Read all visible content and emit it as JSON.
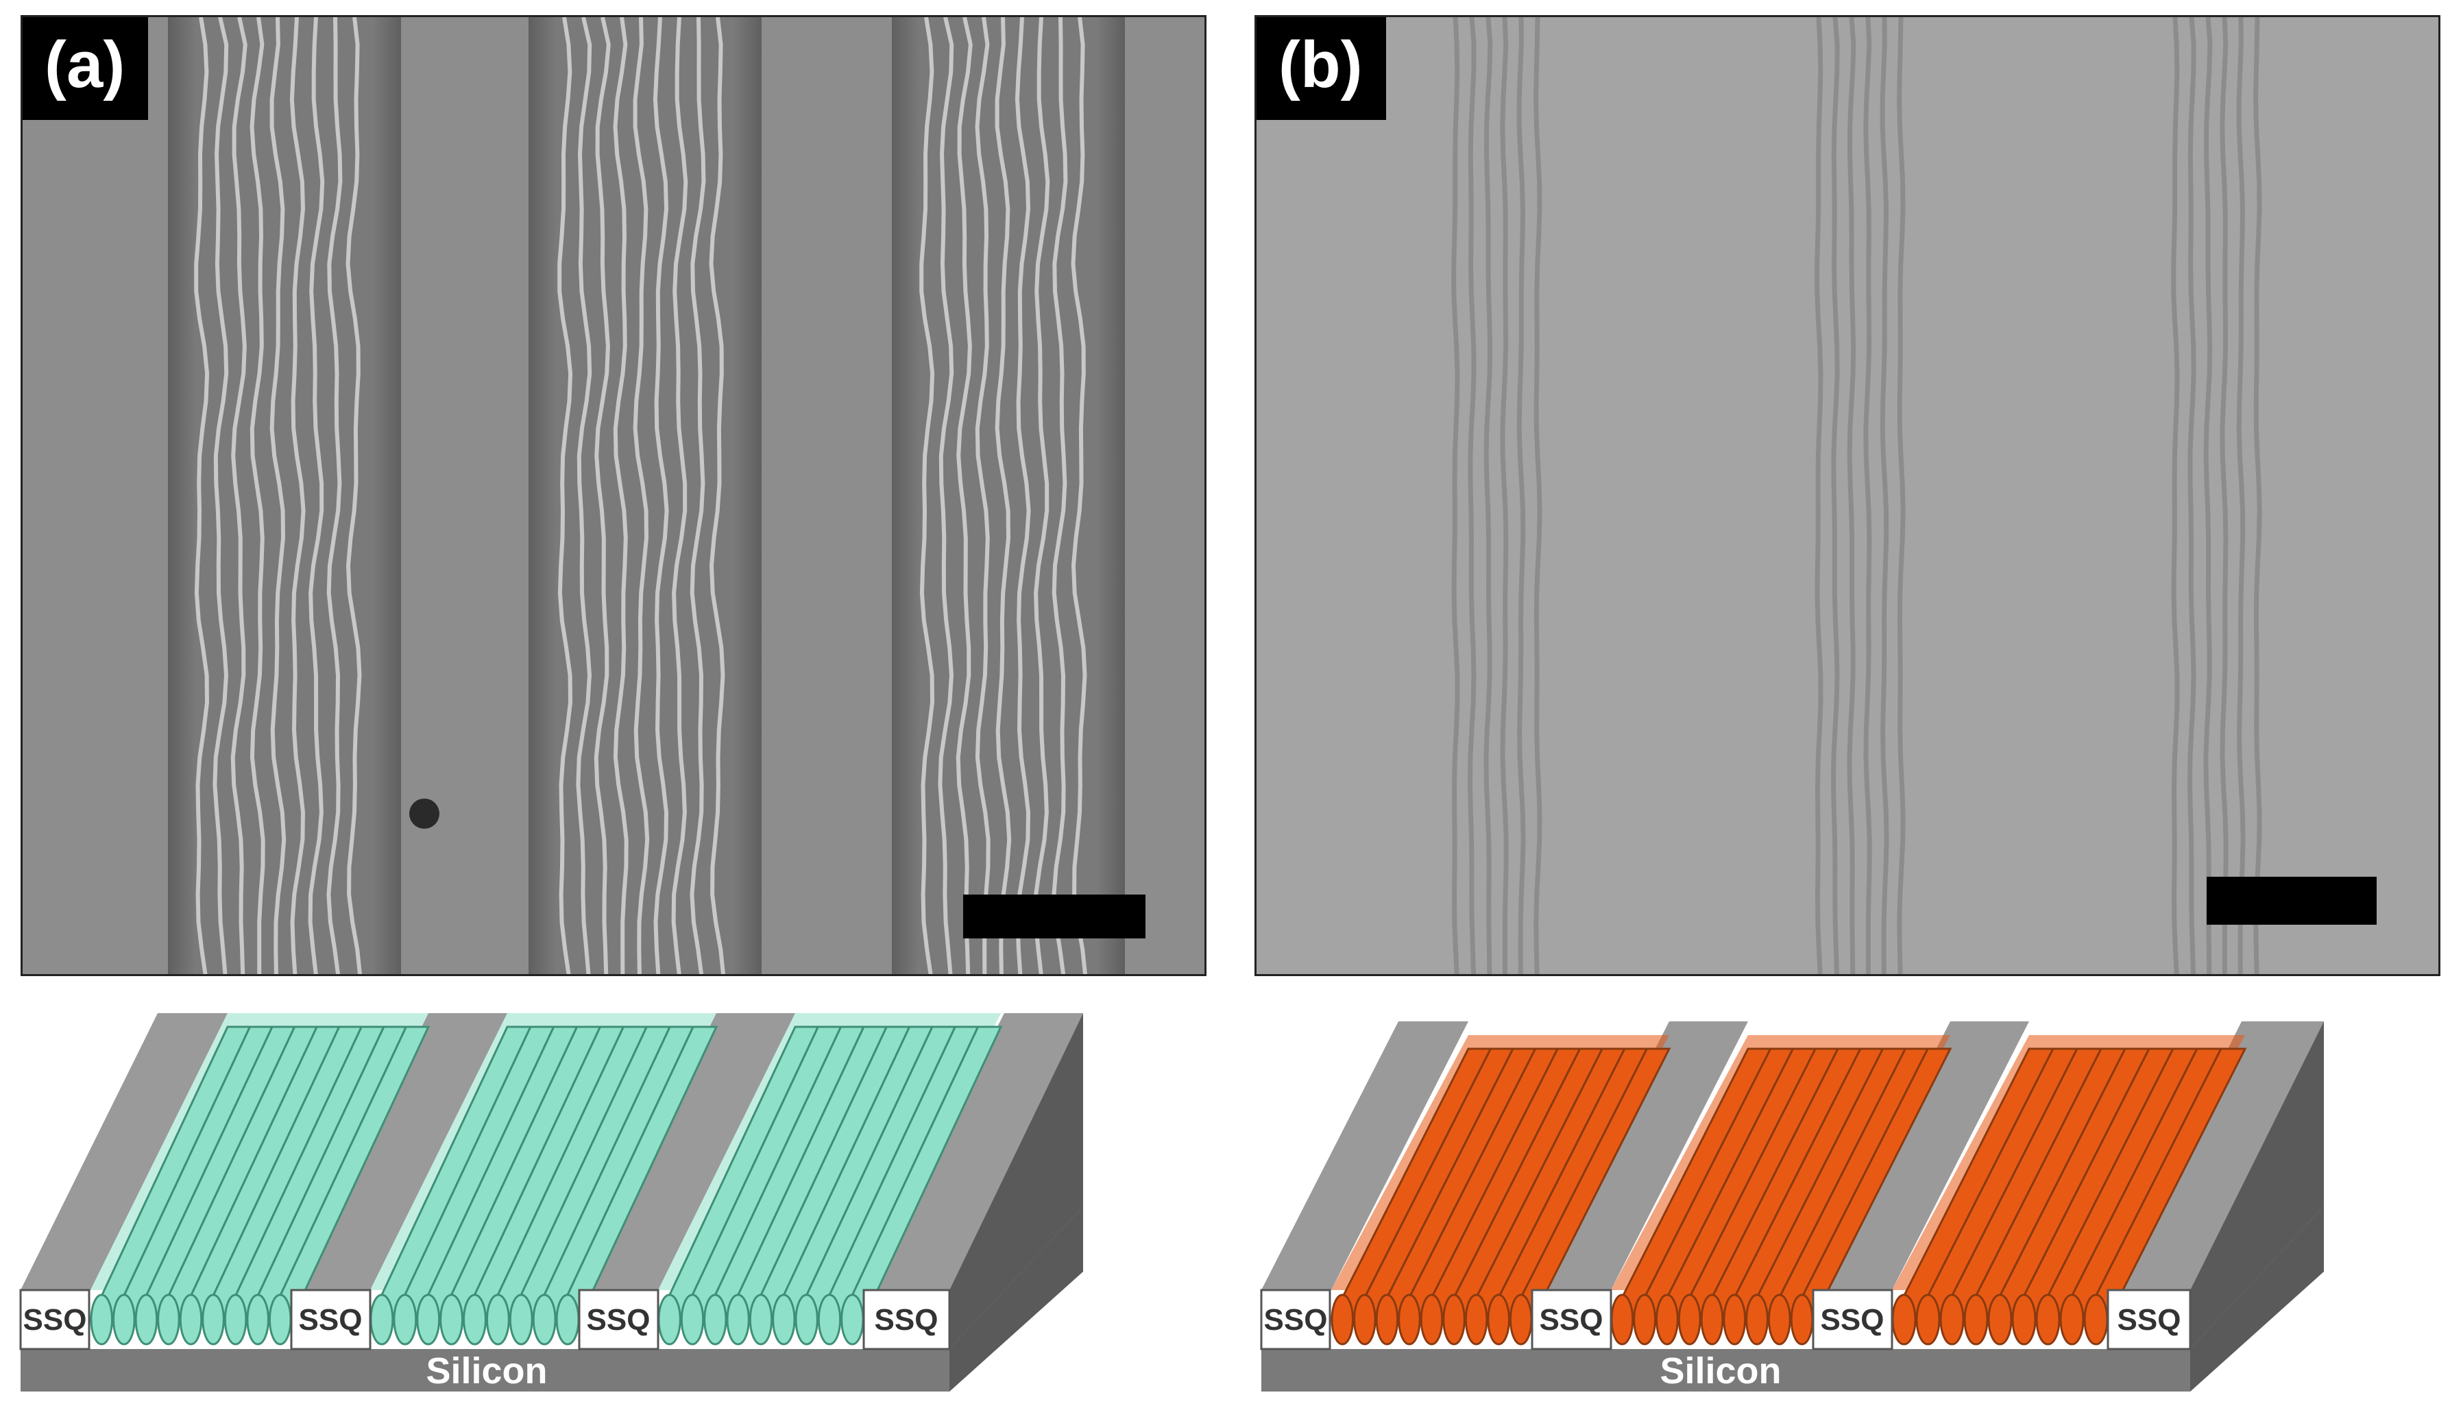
{
  "figure": {
    "panel_a": {
      "label": "(a)"
    },
    "panel_b": {
      "label": "(b)"
    },
    "schematic_a": {
      "ssq_labels": [
        "SSQ",
        "SSQ",
        "SSQ",
        "SSQ"
      ],
      "substrate_label": "Silicon",
      "cylinder_color": "#8fe0c8"
    },
    "schematic_b": {
      "ssq_labels": [
        "SSQ",
        "SSQ",
        "SSQ",
        "SSQ"
      ],
      "substrate_label": "Silicon",
      "cylinder_color": "#e85a14"
    }
  }
}
